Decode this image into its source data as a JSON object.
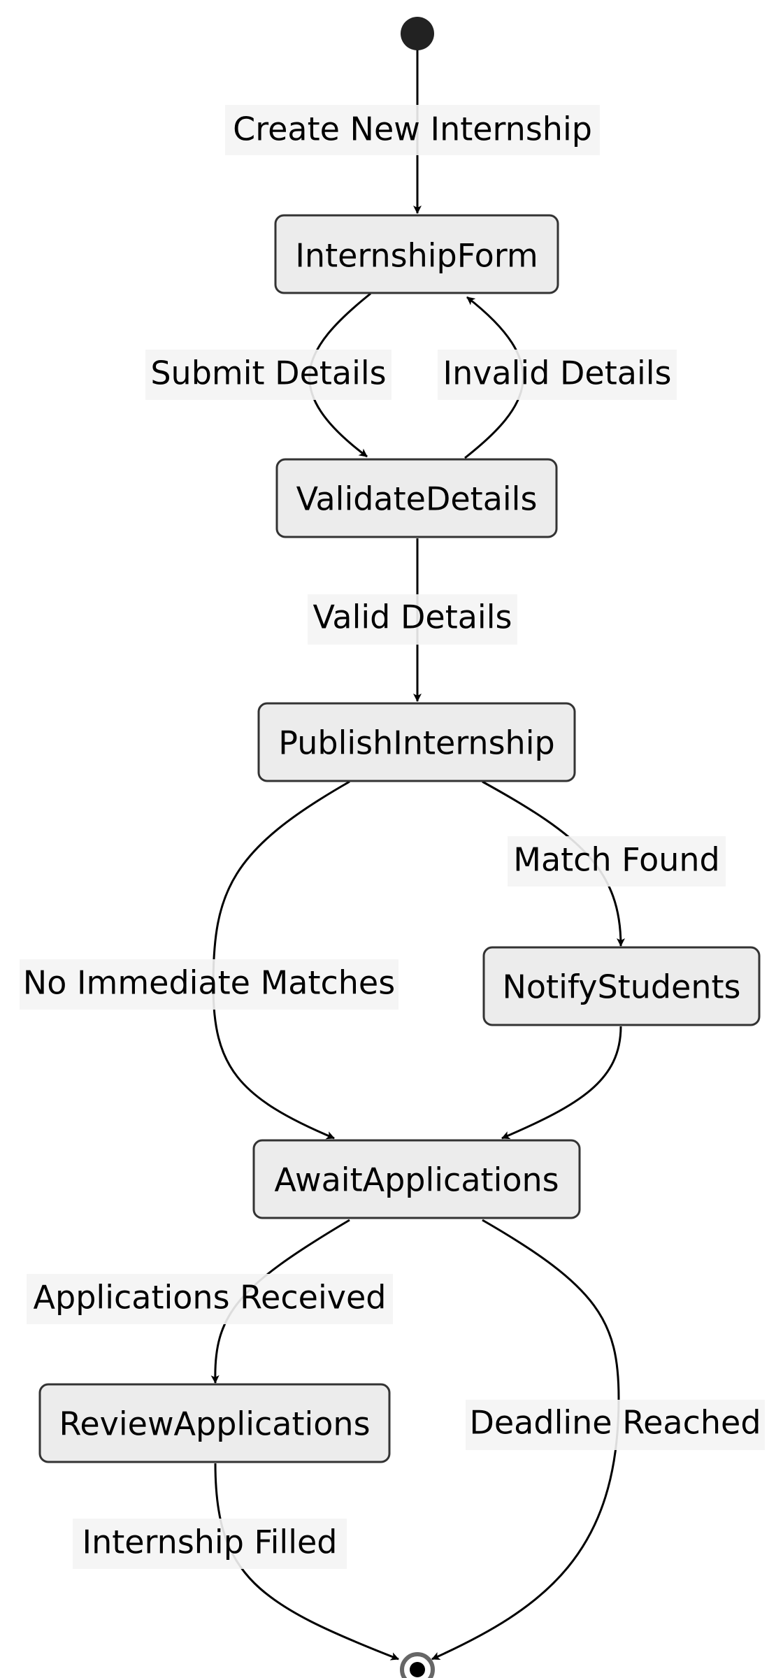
{
  "diagram": {
    "type": "state",
    "colors": {
      "node_fill": "#ececec",
      "node_stroke": "#333333",
      "edge": "#000000",
      "label_bg": "#f4f4f4",
      "start": "#222222",
      "end_ring": "#666666"
    },
    "states": [
      {
        "id": "InternshipForm",
        "label": "InternshipForm"
      },
      {
        "id": "ValidateDetails",
        "label": "ValidateDetails"
      },
      {
        "id": "PublishInternship",
        "label": "PublishInternship"
      },
      {
        "id": "NotifyStudents",
        "label": "NotifyStudents"
      },
      {
        "id": "AwaitApplications",
        "label": "AwaitApplications"
      },
      {
        "id": "ReviewApplications",
        "label": "ReviewApplications"
      }
    ],
    "transitions": [
      {
        "from": "start",
        "to": "InternshipForm",
        "label": "Create New Internship"
      },
      {
        "from": "InternshipForm",
        "to": "ValidateDetails",
        "label": "Submit Details"
      },
      {
        "from": "ValidateDetails",
        "to": "InternshipForm",
        "label": "Invalid Details"
      },
      {
        "from": "ValidateDetails",
        "to": "PublishInternship",
        "label": "Valid Details"
      },
      {
        "from": "PublishInternship",
        "to": "NotifyStudents",
        "label": "Match Found"
      },
      {
        "from": "PublishInternship",
        "to": "AwaitApplications",
        "label": "No Immediate Matches"
      },
      {
        "from": "NotifyStudents",
        "to": "AwaitApplications",
        "label": ""
      },
      {
        "from": "AwaitApplications",
        "to": "ReviewApplications",
        "label": "Applications Received"
      },
      {
        "from": "AwaitApplications",
        "to": "end",
        "label": "Deadline Reached"
      },
      {
        "from": "ReviewApplications",
        "to": "end",
        "label": "Internship Filled"
      }
    ]
  }
}
